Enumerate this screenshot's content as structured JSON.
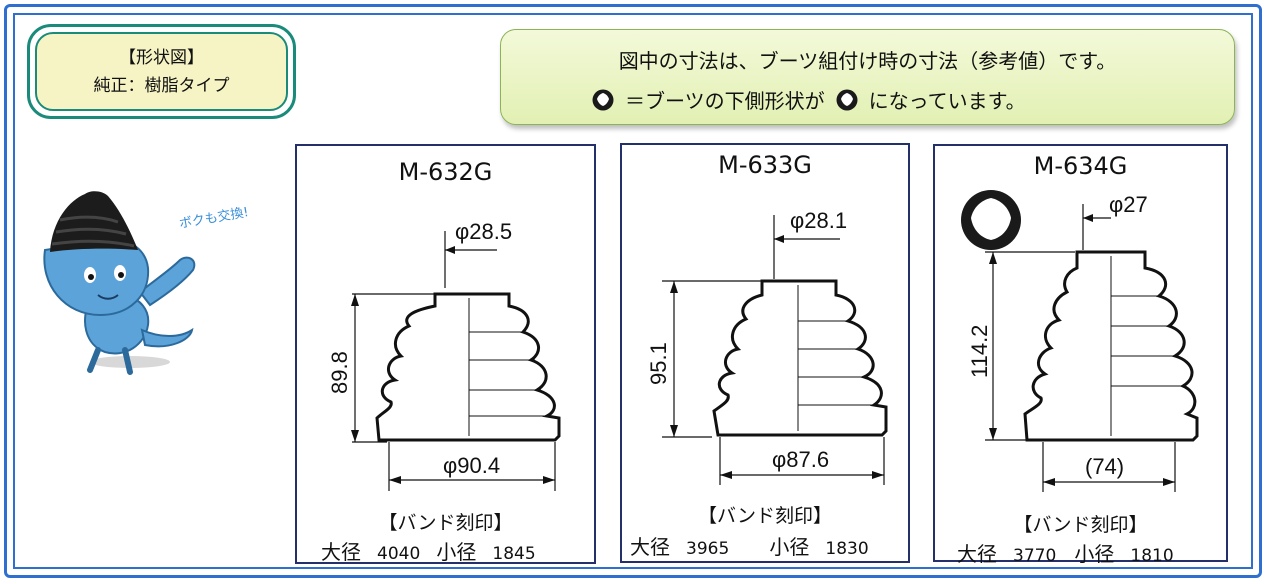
{
  "title": {
    "line1": "【形状図】",
    "line2": "純正：樹脂タイプ"
  },
  "note": {
    "line1": "図中の寸法は、ブーツ組付け時の寸法（参考値）です。",
    "line2_part1": "＝ブーツの下側形状が",
    "line2_part2": "になっています。"
  },
  "mascot": {
    "speech": "ボクも交換!"
  },
  "products": [
    {
      "name": "M-632G",
      "top_diameter": "φ28.5",
      "height": "89.8",
      "bottom_diameter": "φ90.4",
      "band_title": "【バンド刻印】",
      "large_label": "大径",
      "large_value": "4040",
      "small_label": "小径",
      "small_value": "1845"
    },
    {
      "name": "M-633G",
      "top_diameter": "φ28.1",
      "height": "95.1",
      "bottom_diameter": "φ87.6",
      "band_title": "【バンド刻印】",
      "large_label": "大径",
      "large_value": "3965",
      "small_label": "小径",
      "small_value": "1830"
    },
    {
      "name": "M-634G",
      "top_diameter": "φ27",
      "height": "114.2",
      "bottom_diameter": "(74)",
      "band_title": "【バンド刻印】",
      "large_label": "大径",
      "large_value": "3770",
      "small_label": "小径",
      "small_value": "1810",
      "has_ring_icon": true
    }
  ],
  "colors": {
    "frame": "#2f6fd0",
    "title_border": "#1a8a7a",
    "title_fill": "#f6f4c4",
    "note_fill": "#e8f3c0",
    "mascot_body": "#5ba3d9",
    "boot_dark": "#1a1a1a"
  },
  "icons": [
    "ring-icon",
    "mascot-character"
  ]
}
